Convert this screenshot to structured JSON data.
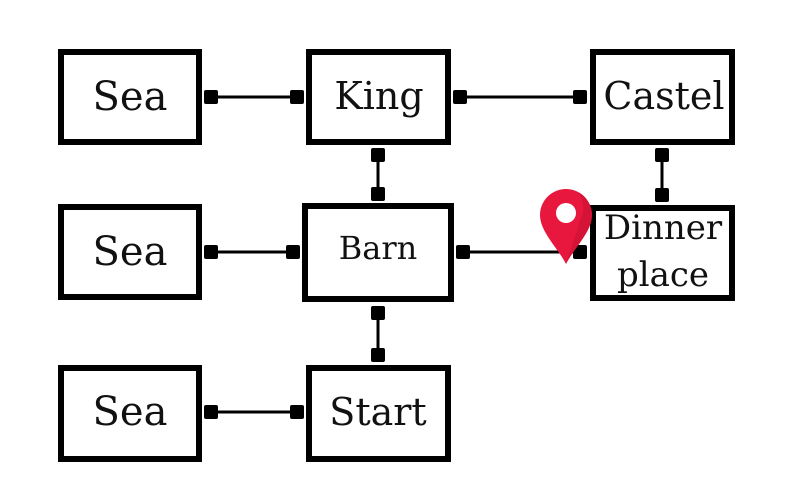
{
  "diagram": {
    "nodes": [
      {
        "id": "sea_top",
        "label": "Sea"
      },
      {
        "id": "king",
        "label": "King"
      },
      {
        "id": "castel",
        "label": "Castel"
      },
      {
        "id": "sea_mid",
        "label": "Sea"
      },
      {
        "id": "barn",
        "label": "Barn"
      },
      {
        "id": "dinner",
        "label_line1": "Dinner",
        "label_line2": "place"
      },
      {
        "id": "sea_bottom",
        "label": "Sea"
      },
      {
        "id": "start",
        "label": "Start"
      }
    ],
    "edges": [
      {
        "from": "sea_top",
        "to": "king"
      },
      {
        "from": "king",
        "to": "castel"
      },
      {
        "from": "king",
        "to": "barn"
      },
      {
        "from": "castel",
        "to": "dinner"
      },
      {
        "from": "sea_mid",
        "to": "barn"
      },
      {
        "from": "barn",
        "to": "dinner"
      },
      {
        "from": "barn",
        "to": "start"
      },
      {
        "from": "sea_bottom",
        "to": "start"
      }
    ],
    "marker": {
      "icon": "map-pin-icon",
      "color": "#e8173e",
      "at_node": "dinner"
    },
    "colors": {
      "stroke": "#000000",
      "fill": "#ffffff",
      "text": "#111111"
    }
  }
}
